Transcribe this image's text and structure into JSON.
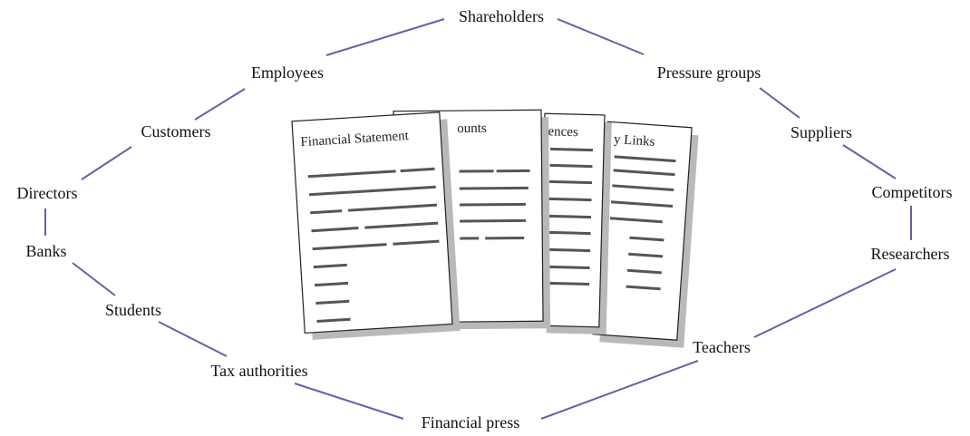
{
  "diagram": {
    "line_color": "#6a5ea8",
    "doc_line_color": "#555555",
    "shadow_color": "#b9b9b9",
    "stakeholders": [
      {
        "id": "shareholders",
        "label": "Shareholders"
      },
      {
        "id": "pressure-groups",
        "label": "Pressure groups"
      },
      {
        "id": "suppliers",
        "label": "Suppliers"
      },
      {
        "id": "competitors",
        "label": "Competitors"
      },
      {
        "id": "researchers",
        "label": "Researchers"
      },
      {
        "id": "teachers",
        "label": "Teachers"
      },
      {
        "id": "financial-press",
        "label": "Financial press"
      },
      {
        "id": "tax-authorities",
        "label": "Tax authorities"
      },
      {
        "id": "students",
        "label": "Students"
      },
      {
        "id": "banks",
        "label": "Banks"
      },
      {
        "id": "directors",
        "label": "Directors"
      },
      {
        "id": "customers",
        "label": "Customers"
      },
      {
        "id": "employees",
        "label": "Employees"
      }
    ],
    "documents": [
      {
        "id": "links",
        "title": "y Links"
      },
      {
        "id": "references",
        "title": "ences"
      },
      {
        "id": "accounts",
        "title": "ounts"
      },
      {
        "id": "financial-statement",
        "title": "Financial Statement"
      }
    ]
  }
}
